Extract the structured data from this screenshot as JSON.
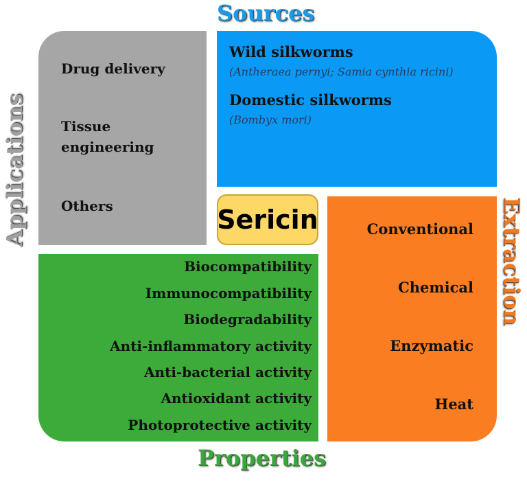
{
  "center": {
    "label": "Sericin",
    "color": "#fdd866"
  },
  "sources": {
    "heading": "Sources",
    "heading_color": "#1a9ae8",
    "panel_color": "#0a9af5",
    "items": [
      {
        "title": "Wild silkworms",
        "subtitle": "(Antheraea pernyi; Samia cynthia ricini)"
      },
      {
        "title": "Domestic silkworms",
        "subtitle": "(Bombyx mori)"
      }
    ]
  },
  "applications": {
    "heading": "Applications",
    "heading_color": "#a0a0a0",
    "panel_color": "#a6a6a6",
    "items": [
      "Drug delivery",
      "Tissue",
      "engineering",
      "Others"
    ]
  },
  "extraction": {
    "heading": "Extraction",
    "heading_color": "#f07a22",
    "panel_color": "#fb7d22",
    "items": [
      "Conventional",
      "Chemical",
      "Enzymatic",
      "Heat"
    ]
  },
  "properties": {
    "heading": "Properties",
    "heading_color": "#3aa63c",
    "panel_color": "#3cab3a",
    "items": [
      "Biocompatibility",
      "Immunocompatibility",
      "Biodegradability",
      "Anti-inflammatory activity",
      "Anti-bacterial activity",
      "Antioxidant activity",
      "Photoprotective activity"
    ]
  }
}
